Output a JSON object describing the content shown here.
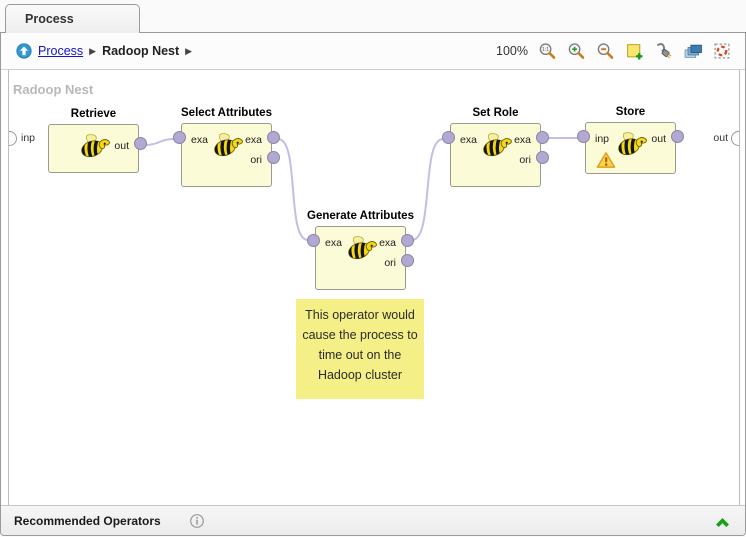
{
  "tab": {
    "label": "Process"
  },
  "breadcrumb": {
    "home_icon": "up-arrow",
    "link": "Process",
    "separator": "▶",
    "current": "Radoop Nest"
  },
  "toolbar": {
    "zoom_level": "100%",
    "icons": [
      "zoom-reset",
      "zoom-in",
      "zoom-out",
      "add-note",
      "auto-wire",
      "layers",
      "auto-arrange"
    ]
  },
  "canvas": {
    "label": "Radoop Nest",
    "edge_input_label": "inp",
    "edge_output_label": "out",
    "operators": [
      {
        "name": "Retrieve",
        "ports": {
          "out1": "out"
        }
      },
      {
        "name": "Select Attributes",
        "ports": {
          "in": "exa",
          "out1": "exa",
          "out2": "ori"
        }
      },
      {
        "name": "Generate Attributes",
        "ports": {
          "in": "exa",
          "out1": "exa",
          "out2": "ori"
        }
      },
      {
        "name": "Set Role",
        "ports": {
          "in": "exa",
          "out1": "exa",
          "out2": "ori"
        }
      },
      {
        "name": "Store",
        "ports": {
          "in": "inp",
          "out1": "out"
        },
        "warning": true
      }
    ],
    "connections": [
      "Retrieve.out -> Select Attributes.exa",
      "Select Attributes.exa -> Generate Attributes.exa",
      "Generate Attributes.exa -> Set Role.exa",
      "Set Role.exa -> Store.inp"
    ],
    "note": {
      "text": "This operator would cause the process to time out on the Hadoop cluster"
    }
  },
  "bottom_bar": {
    "title": "Recommended Operators"
  },
  "colors": {
    "wire": "#c6bce9",
    "port": "#b2a8d2",
    "operator_fill": "#fbfbd8",
    "note_fill": "#f4ef86",
    "link": "#1414cc",
    "expand_green": "#18a018"
  }
}
